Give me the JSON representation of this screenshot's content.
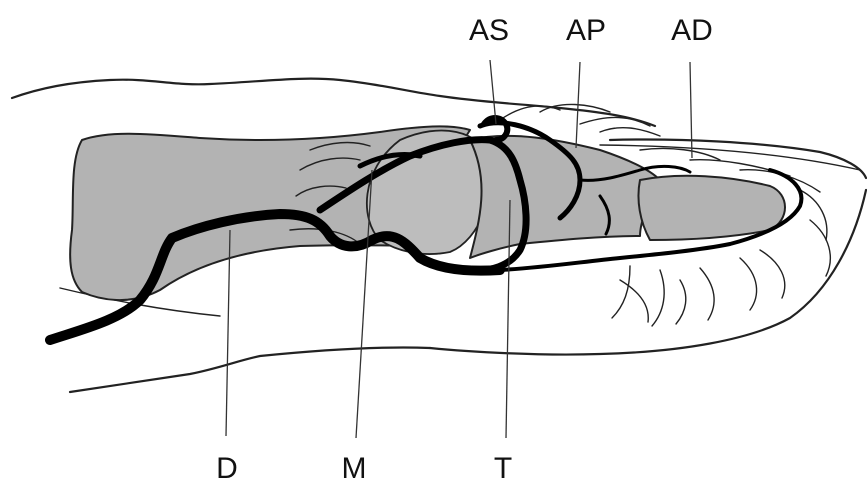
{
  "labels": {
    "as": "AS",
    "ap": "AP",
    "ad": "AD",
    "d": "D",
    "m": "M",
    "t": "T"
  },
  "colors": {
    "bone_fill": "#b3b3b3",
    "vessel": "#000000",
    "outline": "#222222"
  }
}
